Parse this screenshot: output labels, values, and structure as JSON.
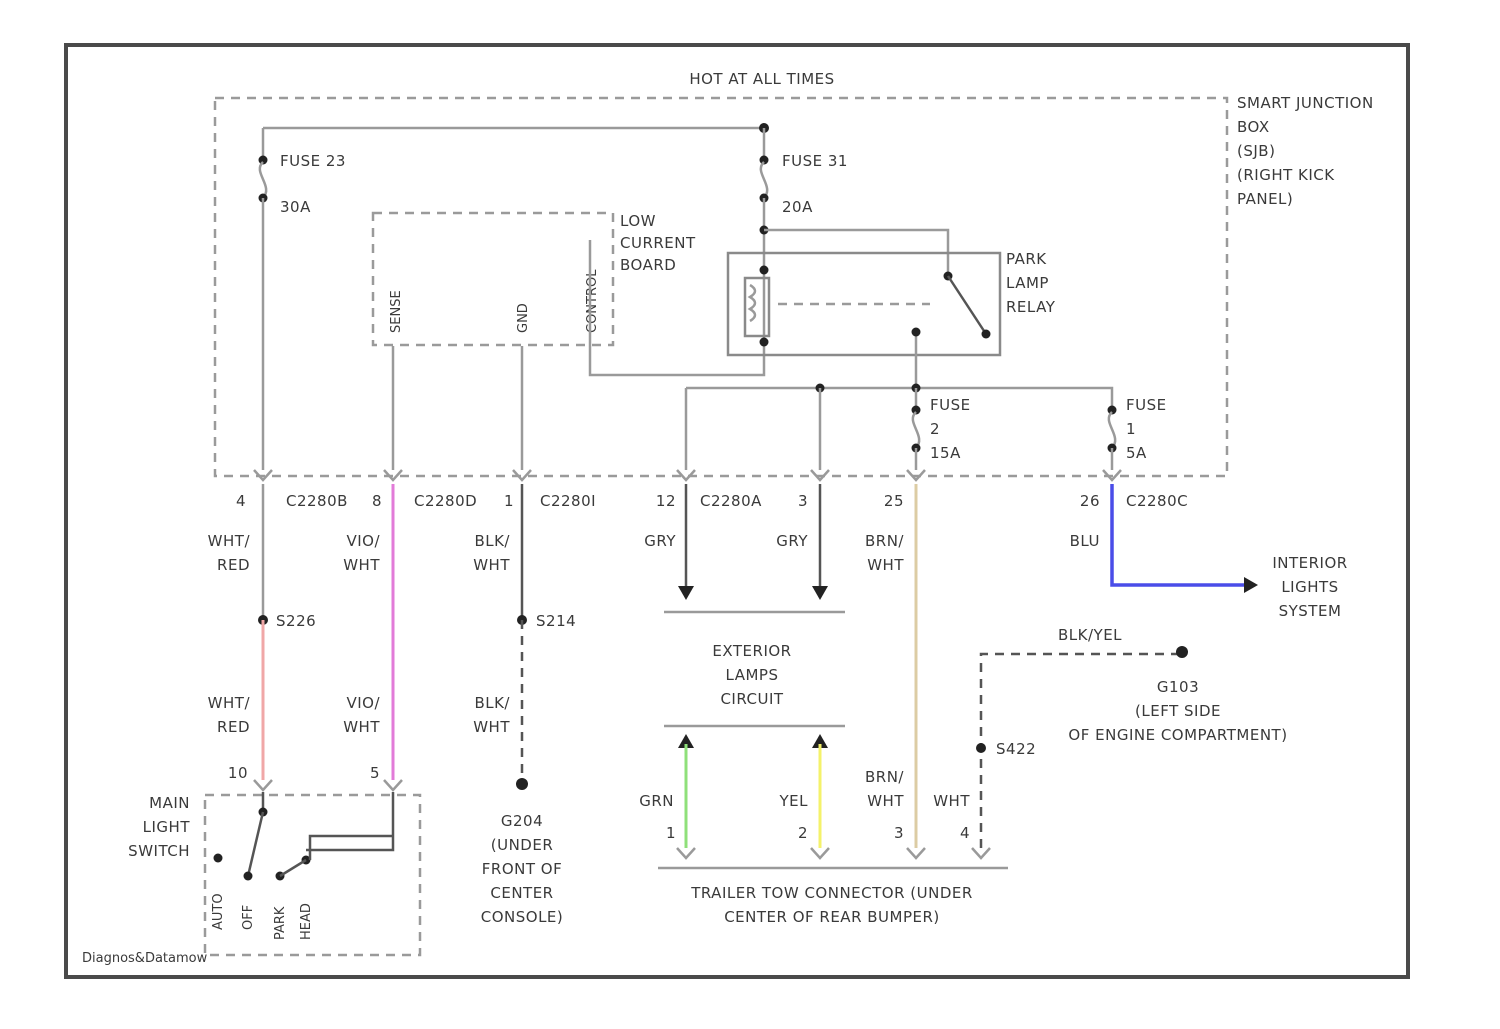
{
  "header": {
    "hot_label": "HOT AT ALL TIMES"
  },
  "junction_box": {
    "lines": [
      "SMART JUNCTION",
      "BOX",
      "(SJB)",
      "(RIGHT KICK",
      "PANEL)"
    ]
  },
  "fuse23": {
    "name": "FUSE 23",
    "rating": "30A"
  },
  "fuse31": {
    "name": "FUSE 31",
    "rating": "20A"
  },
  "lcb": {
    "lines": [
      "LOW",
      "CURRENT",
      "BOARD"
    ],
    "pin_sense": "SENSE",
    "pin_gnd": "GND",
    "pin_control": "CONTROL"
  },
  "relay": {
    "lines": [
      "PARK",
      "LAMP",
      "RELAY"
    ]
  },
  "fuse2": {
    "name": "FUSE",
    "num": "2",
    "rating": "15A"
  },
  "fuse1": {
    "name": "FUSE",
    "num": "1",
    "rating": "5A"
  },
  "connectors": [
    {
      "pin": "4",
      "id": "C2280B"
    },
    {
      "pin": "8",
      "id": "C2280D"
    },
    {
      "pin": "1",
      "id": "C2280I"
    },
    {
      "pin": "12",
      "id": "C2280A"
    },
    {
      "pin": "3",
      "id": ""
    },
    {
      "pin": "25",
      "id": ""
    },
    {
      "pin": "26",
      "id": "C2280C"
    }
  ],
  "wires": {
    "w1": [
      "WHT/",
      "RED"
    ],
    "w2": [
      "VIO/",
      "WHT"
    ],
    "w3": [
      "BLK/",
      "WHT"
    ],
    "w4": "GRY",
    "w5": "GRY",
    "w6": [
      "BRN/",
      "WHT"
    ],
    "w7": "BLU",
    "w1b": [
      "WHT/",
      "RED"
    ],
    "w2b": [
      "VIO/",
      "WHT"
    ],
    "w3b": [
      "BLK/",
      "WHT"
    ],
    "grn": "GRN",
    "yel": "YEL",
    "brn_b": [
      "BRN/",
      "WHT"
    ],
    "wht": "WHT",
    "blk_yel": "BLK/YEL"
  },
  "splices": {
    "s1": "S226",
    "s2": "S214",
    "s3": "S422"
  },
  "exterior_circuit": {
    "lines": [
      "EXTERIOR",
      "LAMPS",
      "CIRCUIT"
    ]
  },
  "interior_lights": {
    "lines": [
      "INTERIOR",
      "LIGHTS",
      "SYSTEM"
    ]
  },
  "ground_g103": {
    "lines": [
      "G103",
      "(LEFT SIDE",
      "OF ENGINE COMPARTMENT)"
    ]
  },
  "ground_g204": {
    "lines": [
      "G204",
      "(UNDER",
      "FRONT OF",
      "CENTER",
      "CONSOLE)"
    ]
  },
  "main_switch": {
    "lines": [
      "MAIN",
      "LIGHT",
      "SWITCH"
    ],
    "pin_a": "10",
    "pin_b": "5",
    "positions": [
      "AUTO",
      "OFF",
      "PARK",
      "HEAD"
    ]
  },
  "trailer": {
    "lines": [
      "TRAILER TOW CONNECTOR (UNDER",
      "CENTER OF REAR BUMPER)"
    ],
    "pins": [
      "1",
      "2",
      "3",
      "4"
    ]
  },
  "watermark": "Diagnos&Datamow",
  "colors": {
    "violet": "#e27bd8",
    "pink": "#f0a7a7",
    "green": "#8fe07a",
    "yellow": "#f4f26a",
    "tan": "#dccca4",
    "blue": "#4a4de8"
  }
}
